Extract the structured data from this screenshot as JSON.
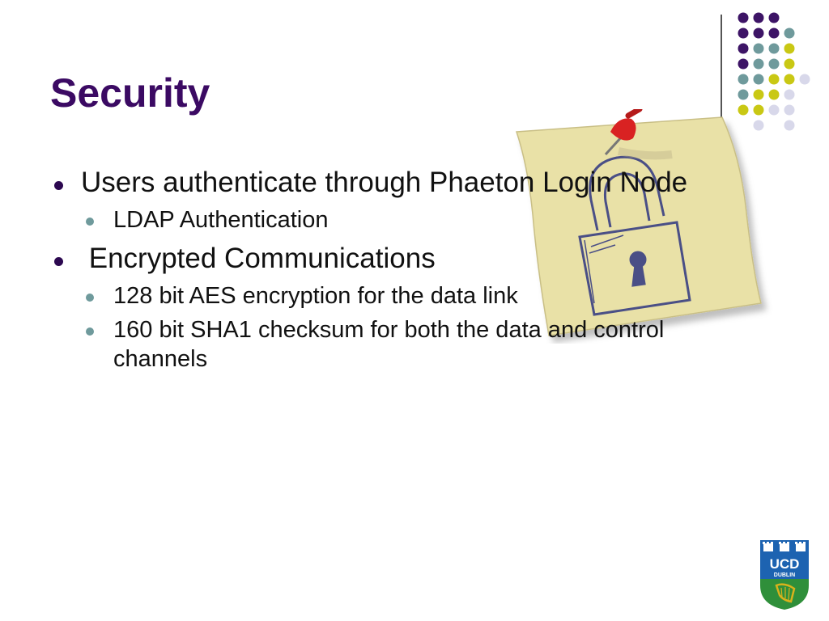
{
  "slide": {
    "title": "Security",
    "bullets": [
      {
        "level": 1,
        "text": "Users authenticate through Phaeton Login Node"
      },
      {
        "level": 2,
        "text": "LDAP Authentication"
      },
      {
        "level": 1,
        "text": " Encrypted Communications"
      },
      {
        "level": 2,
        "text": "128 bit AES encryption for the data link"
      },
      {
        "level": 2,
        "text": "160 bit SHA1 checksum for both the data and control channels"
      }
    ]
  },
  "logo": {
    "line1": "UCD",
    "line2": "DUBLIN"
  },
  "colors": {
    "title": "#3b0a63",
    "text": "#111111",
    "bullet_l1": "#2c0850",
    "bullet_l2": "#6f9a9c",
    "dot_purple": "#3d1466",
    "dot_teal": "#6f9a9c",
    "dot_yellow": "#c9c814",
    "dot_lavender": "#d8d8ea",
    "note_paper": "#e9e1a7",
    "pin_red": "#d92222",
    "lock_ink": "#4a4f86",
    "logo_blue": "#1d63b1",
    "logo_green": "#2f8f3a",
    "logo_gold": "#d9b21c"
  },
  "icons": {
    "note": "sticky-note-padlock-icon",
    "pin": "push-pin-icon",
    "lock": "padlock-icon",
    "logo": "ucd-crest-icon",
    "harp": "harp-icon"
  }
}
